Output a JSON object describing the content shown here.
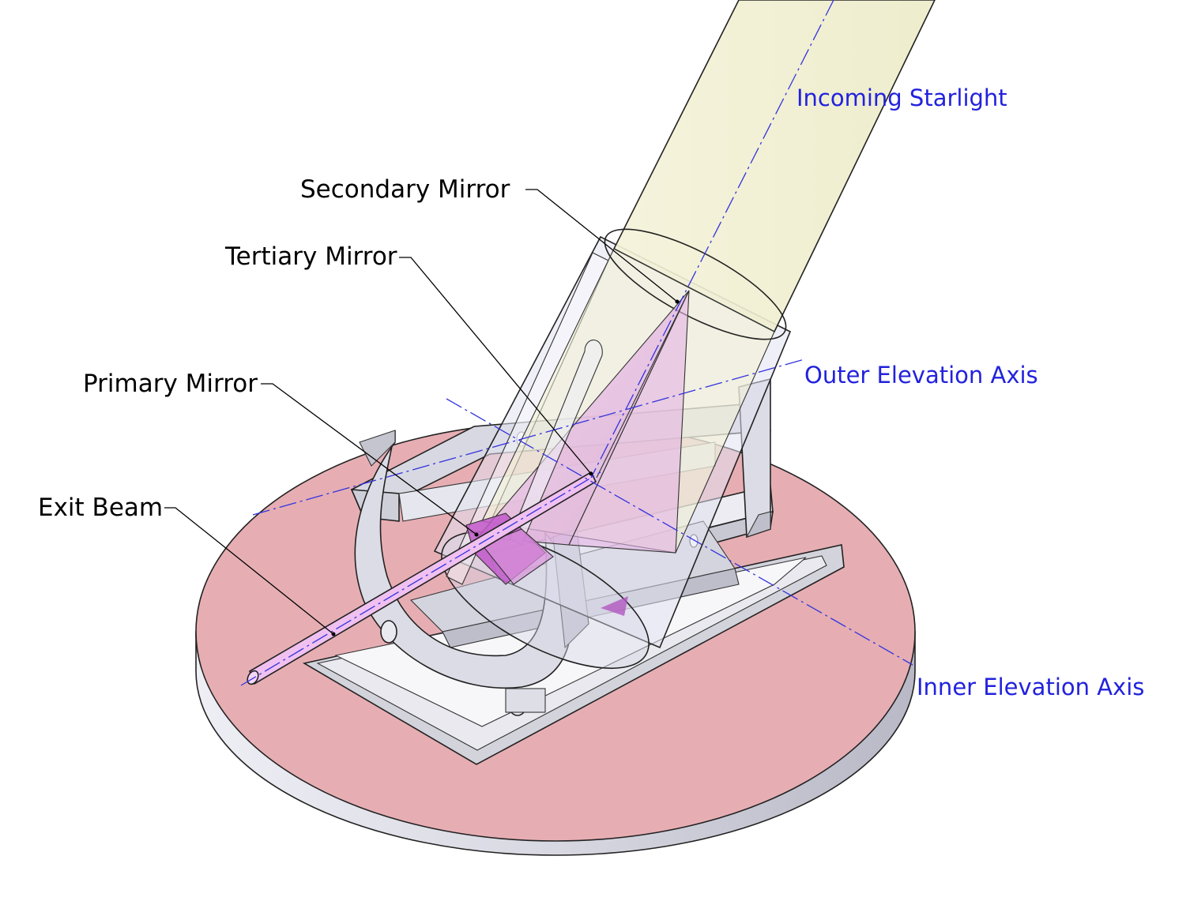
{
  "labels": {
    "incoming_starlight": "Incoming Starlight",
    "secondary_mirror": "Secondary Mirror",
    "tertiary_mirror": "Tertiary Mirror",
    "outer_elevation_axis": "Outer Elevation Axis",
    "primary_mirror": "Primary Mirror",
    "exit_beam": "Exit Beam",
    "inner_elevation_axis": "Inner Elevation Axis"
  },
  "colors": {
    "base_plate_top": "#e6aeb3",
    "base_plate_side": "#dcdce6",
    "starlight_beam": "#f5f3d6",
    "mirror_cone": "#e7b6e3",
    "primary_mirror": "#c158c9",
    "exit_beam": "#f0c0f0",
    "axis_lines": "#3333dd",
    "label_text_black": "#000000",
    "label_text_blue": "#2222dd"
  }
}
